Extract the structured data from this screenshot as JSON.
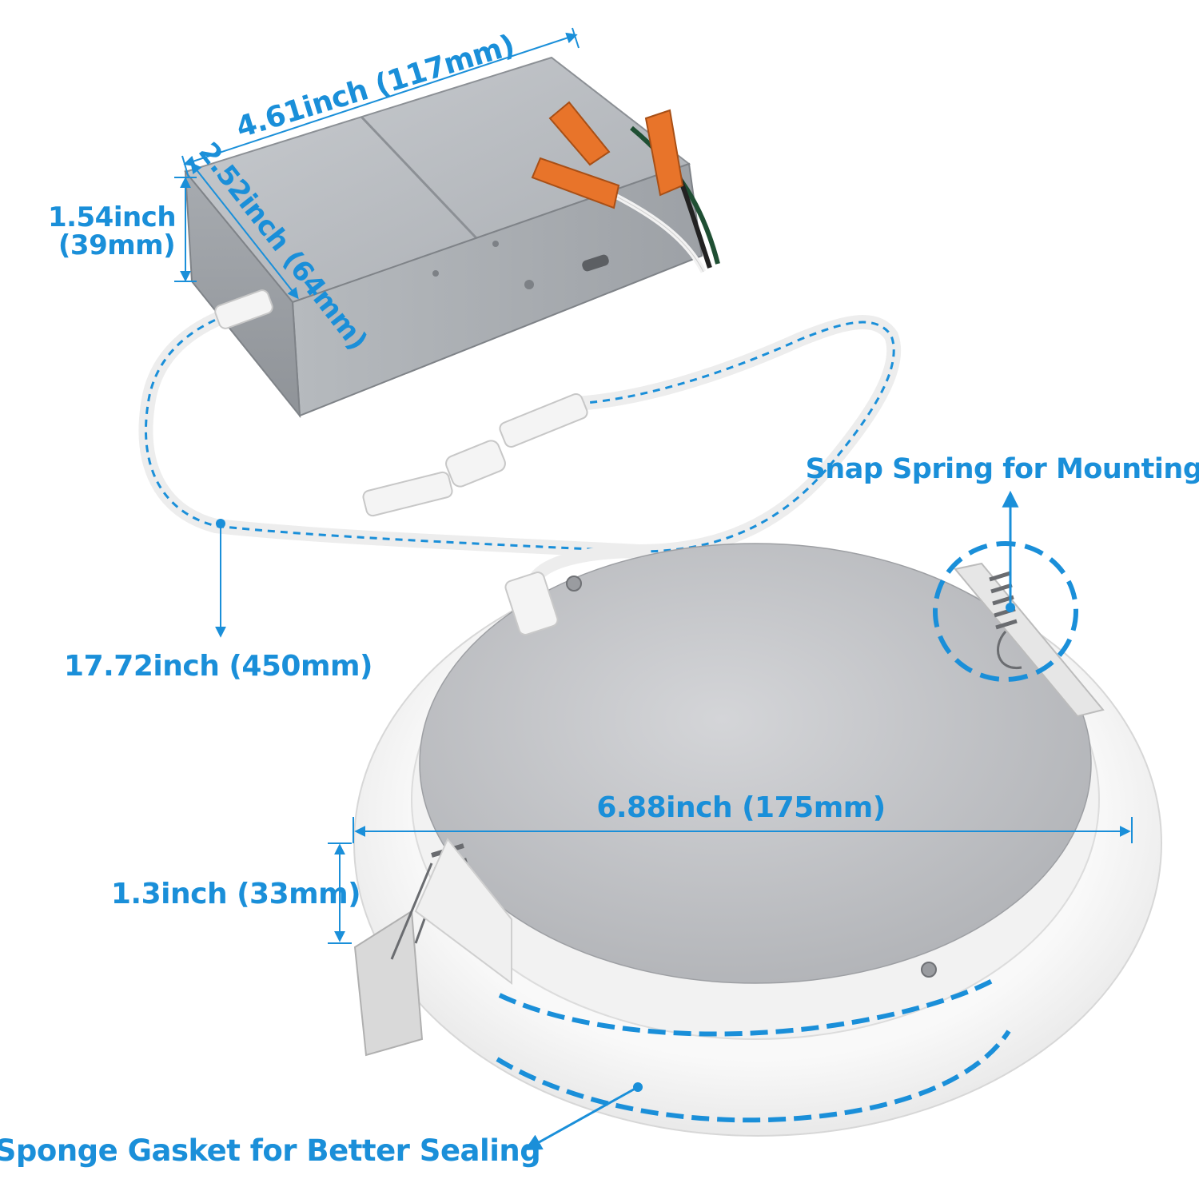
{
  "colors": {
    "accent": "#1a8fd9",
    "box_metal": "#b9bdc2",
    "connector_orange": "#e8742a",
    "panel_white": "#f7f7f7",
    "panel_back": "#c6c7ca"
  },
  "icons": {
    "junction_box": "junction-box-icon",
    "wire_nut": "wire-nut-icon",
    "cable": "cable-icon",
    "connector": "connector-icon",
    "panel_light": "panel-light-icon",
    "spring_clip": "spring-clip-icon",
    "screw": "screw-icon"
  },
  "dimensions": {
    "box_length": "4.61inch (117mm)",
    "box_width": "2.52inch (64mm)",
    "box_height_line1": "1.54inch",
    "box_height_line2": "(39mm)",
    "cable_length": "17.72inch (450mm)",
    "panel_diameter": "6.88inch (175mm)",
    "panel_height": "1.3inch (33mm)"
  },
  "callouts": {
    "spring": "Snap Spring for Mounting",
    "gasket": "Sponge Gasket for Better Sealing"
  }
}
